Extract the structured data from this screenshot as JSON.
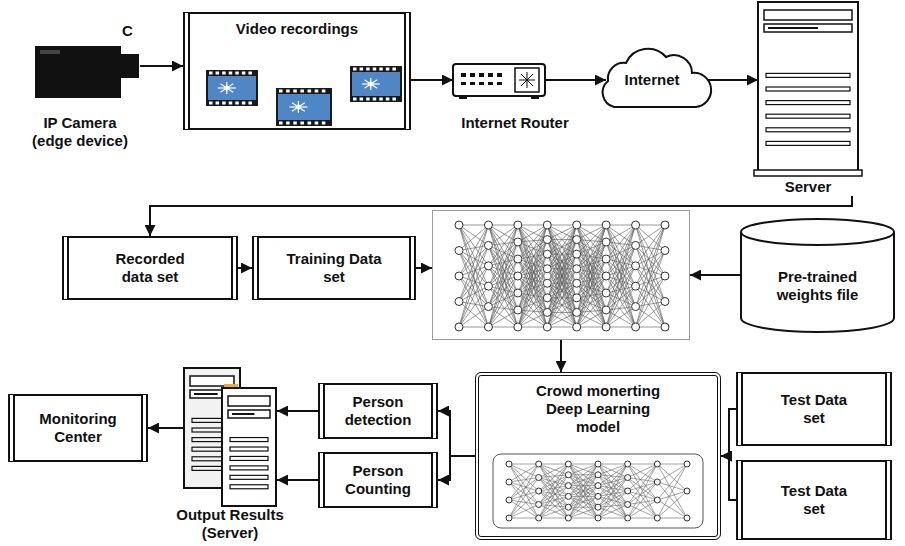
{
  "diagram": {
    "nodes": [
      {
        "text": [
          "IP Camera (edge device)"
        ]
      },
      {
        "text": [
          "Video recordings"
        ]
      },
      {
        "text": [
          "Internet Router"
        ]
      },
      {
        "text": [
          "Internet"
        ]
      },
      {
        "text": [
          "Server"
        ]
      },
      {
        "text": [
          "Recorded data set"
        ]
      },
      {
        "text": [
          "Training Data set"
        ]
      },
      {
        "text": []
      },
      {
        "text": [
          "Pre-trained weights file"
        ]
      },
      {
        "text": [
          "Crowd monerting Deep Learning model"
        ]
      },
      {
        "text": [
          "Test Data set"
        ]
      },
      {
        "text": [
          "Test Data set"
        ]
      },
      {
        "text": [
          "Person detection"
        ]
      },
      {
        "text": [
          "Person Counting"
        ]
      },
      {
        "text": [
          "Output Results (Server)"
        ]
      },
      {
        "text": [
          "Monitoring Center"
        ]
      }
    ],
    "edges": [
      {
        "from": 0,
        "to": 1,
        "arrow": "to"
      },
      {
        "from": 1,
        "to": 2,
        "arrow": "to"
      },
      {
        "from": 2,
        "to": 3,
        "arrow": "to"
      },
      {
        "from": 3,
        "to": 4,
        "arrow": "to"
      },
      {
        "from": 4,
        "to": 5,
        "arrow": "to"
      },
      {
        "from": 5,
        "to": 6,
        "arrow": "to"
      },
      {
        "from": 6,
        "to": 7,
        "arrow": "to"
      },
      {
        "from": 8,
        "to": 7,
        "arrow": "to"
      },
      {
        "from": 7,
        "to": 9,
        "arrow": "to"
      },
      {
        "from": 10,
        "to": 9,
        "arrow": "to"
      },
      {
        "from": 11,
        "to": 9,
        "arrow": "to"
      },
      {
        "from": 9,
        "to": 12,
        "arrow": "to"
      },
      {
        "from": 9,
        "to": 13,
        "arrow": "to"
      },
      {
        "from": 12,
        "to": 14,
        "arrow": "to"
      },
      {
        "from": 13,
        "to": 14,
        "arrow": "to"
      },
      {
        "from": 14,
        "to": 15,
        "arrow": "to"
      }
    ],
    "labels": [
      "C"
    ]
  }
}
